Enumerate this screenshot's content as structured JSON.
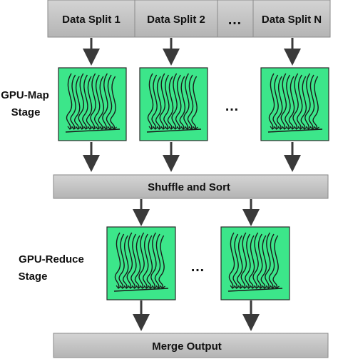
{
  "splits": [
    "Data Split 1",
    "Data Split 2",
    "Data Split N"
  ],
  "ellipsis": "…",
  "map_stage": {
    "label_line1": "GPU-Map",
    "label_line2": "Stage",
    "icon": "gpu-threads-icon"
  },
  "shuffle_label": "Shuffle and Sort",
  "reduce_stage": {
    "label_line1": "GPU-Reduce",
    "label_line2": "Stage",
    "icon": "gpu-threads-icon"
  },
  "merge_label": "Merge Output",
  "colors": {
    "box_fill": "#c0c0c0",
    "box_stroke": "#8a8a8a",
    "gpu_fill": "#3ce68a",
    "gpu_stroke": "#2a2a2a",
    "thread_stroke": "#1a1a1a",
    "arrow": "#3a3a3a"
  }
}
